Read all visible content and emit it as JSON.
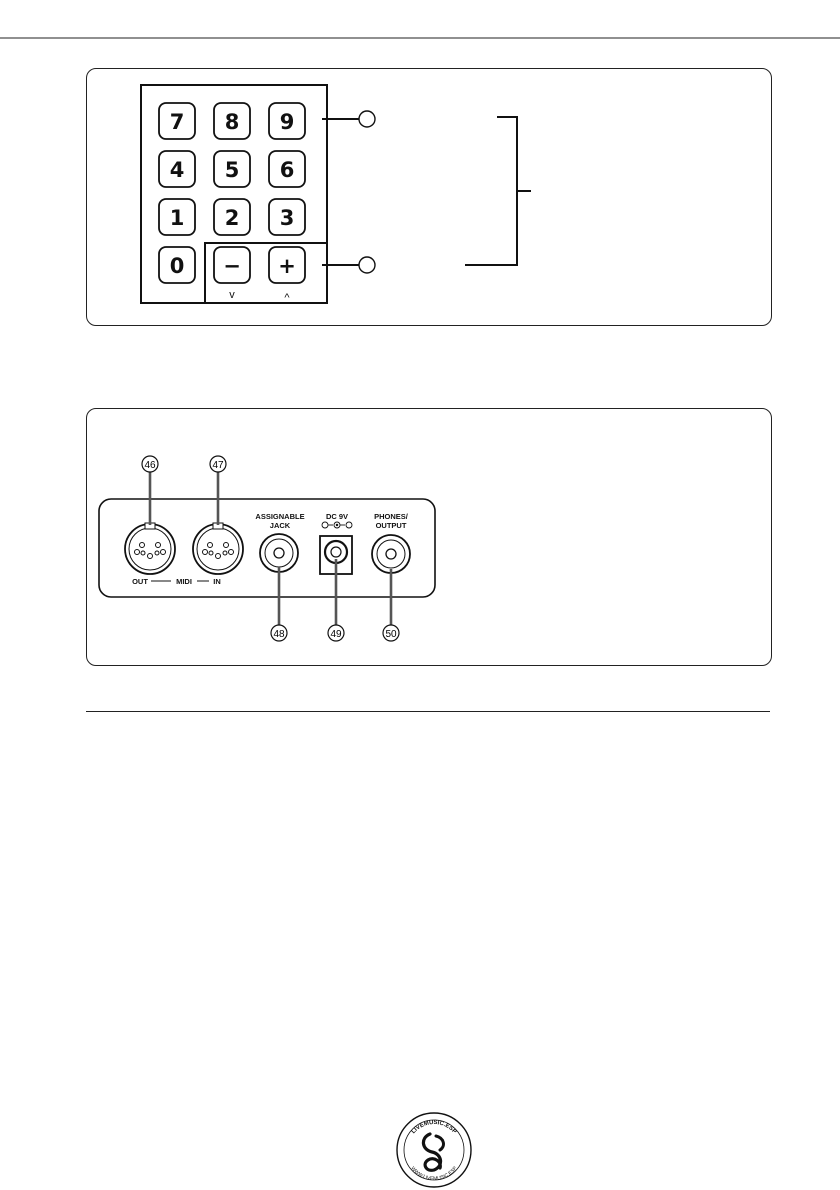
{
  "keypad": {
    "keys": [
      "7",
      "8",
      "9",
      "4",
      "5",
      "6",
      "1",
      "2",
      "3",
      "0",
      "−",
      "+"
    ],
    "arrow_down": "v",
    "arrow_up": "^"
  },
  "rear_panel": {
    "midi_out": "OUT",
    "midi": "MIDI",
    "midi_in": "IN",
    "assignable_line1": "ASSIGNABLE",
    "assignable_line2": "JACK",
    "dc": "DC 9V",
    "phones_line1": "PHONES/",
    "phones_line2": "OUTPUT",
    "callouts": [
      "46",
      "47",
      "48",
      "49",
      "50"
    ]
  },
  "logo": {
    "text_top": "LIVEMUSIC.ESP",
    "text_bottom": "WWW.LIVEMUSIC.ESP"
  }
}
